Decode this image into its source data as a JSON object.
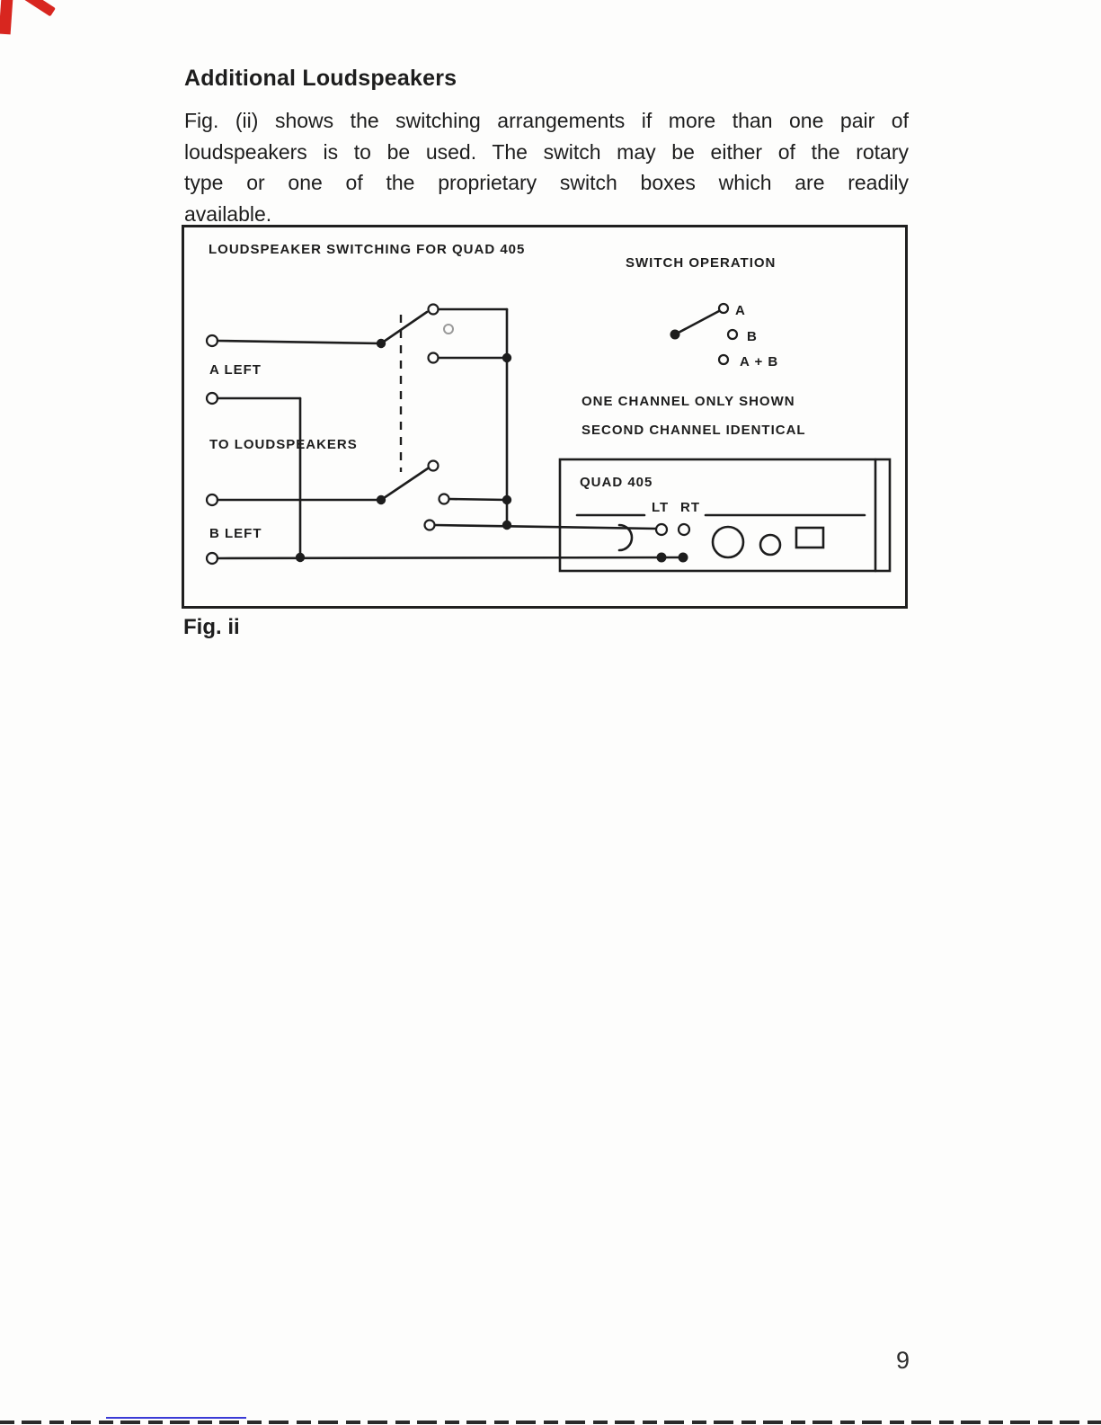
{
  "page": {
    "number": "9",
    "caption": "Fig. ii"
  },
  "section": {
    "heading": "Additional Loudspeakers",
    "paragraph_lines": [
      "Fig. (ii) shows the switching arrangements if more than one pair of",
      "loudspeakers is to be used. The switch may be either of the rotary",
      "type or one of the proprietary switch boxes which are readily",
      "available."
    ]
  },
  "diagram": {
    "title": "LOUDSPEAKER SWITCHING FOR QUAD 405",
    "switch_operation": {
      "heading": "SWITCH OPERATION",
      "positions": [
        "A",
        "B",
        "A + B"
      ]
    },
    "notes": [
      "ONE CHANNEL ONLY SHOWN",
      "SECOND CHANNEL IDENTICAL"
    ],
    "amp": {
      "label": "QUAD 405",
      "lt": "LT",
      "rt": "RT"
    },
    "labels": {
      "a_left": "A LEFT",
      "to_loudspeakers": "TO LOUDSPEAKERS",
      "b_left": "B LEFT"
    }
  },
  "colors": {
    "ink": "#1d1d1d",
    "scan_artifact_red": "#d8261f",
    "scan_artifact_blue": "#3b3bd6"
  }
}
